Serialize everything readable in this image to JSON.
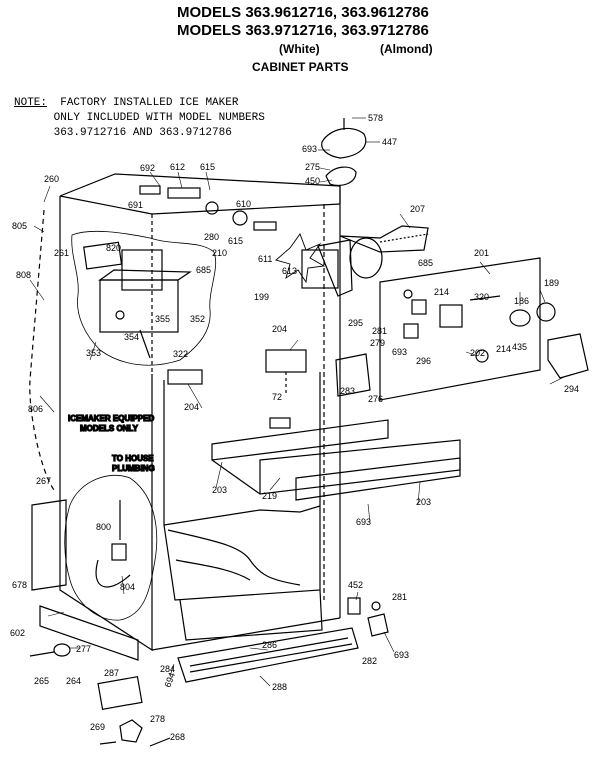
{
  "header": {
    "models_line1": "MODELS 363.9612716, 363.9612786",
    "models_line2": "MODELS 363.9712716, 363.9712786",
    "white_label": "(White)",
    "almond_label": "(Almond)",
    "section_title": "CABINET PARTS"
  },
  "note": {
    "label": "NOTE:",
    "line1": "FACTORY INSTALLED ICE MAKER",
    "line2": "ONLY INCLUDED WITH MODEL NUMBERS",
    "line3": "363.9712716 AND 363.9712786"
  },
  "callouts": {
    "icemaker_line1": "ICEMAKER EQUIPPED",
    "icemaker_line2": "MODELS ONLY",
    "plumbing_line1": "TO HOUSE",
    "plumbing_line2": "PLUMBING"
  },
  "parts": [
    {
      "id": "p578",
      "label": "578"
    },
    {
      "id": "p447",
      "label": "447"
    },
    {
      "id": "p693a",
      "label": "693"
    },
    {
      "id": "p275",
      "label": "275"
    },
    {
      "id": "p450",
      "label": "450"
    },
    {
      "id": "p692",
      "label": "692"
    },
    {
      "id": "p612",
      "label": "612"
    },
    {
      "id": "p615a",
      "label": "615"
    },
    {
      "id": "p691",
      "label": "691"
    },
    {
      "id": "p260",
      "label": "260"
    },
    {
      "id": "p610",
      "label": "610"
    },
    {
      "id": "p207",
      "label": "207"
    },
    {
      "id": "p805",
      "label": "805"
    },
    {
      "id": "p820",
      "label": "820"
    },
    {
      "id": "p280",
      "label": "280"
    },
    {
      "id": "p615b",
      "label": "615"
    },
    {
      "id": "p611",
      "label": "611"
    },
    {
      "id": "p613",
      "label": "613"
    },
    {
      "id": "p210",
      "label": "210"
    },
    {
      "id": "p261",
      "label": "261"
    },
    {
      "id": "p201",
      "label": "201"
    },
    {
      "id": "p685a",
      "label": "685"
    },
    {
      "id": "p685b",
      "label": "685"
    },
    {
      "id": "p189",
      "label": "189"
    },
    {
      "id": "p808",
      "label": "808"
    },
    {
      "id": "p214a",
      "label": "214"
    },
    {
      "id": "p320",
      "label": "320"
    },
    {
      "id": "p186",
      "label": "186"
    },
    {
      "id": "p199",
      "label": "199"
    },
    {
      "id": "p355",
      "label": "355"
    },
    {
      "id": "p352",
      "label": "352"
    },
    {
      "id": "p295",
      "label": "295"
    },
    {
      "id": "p435",
      "label": "435"
    },
    {
      "id": "p204a",
      "label": "204"
    },
    {
      "id": "p281",
      "label": "281"
    },
    {
      "id": "p354",
      "label": "354"
    },
    {
      "id": "p353",
      "label": "353"
    },
    {
      "id": "p279",
      "label": "279"
    },
    {
      "id": "p693b",
      "label": "693"
    },
    {
      "id": "p296",
      "label": "296"
    },
    {
      "id": "p202",
      "label": "202"
    },
    {
      "id": "p214b",
      "label": "214"
    },
    {
      "id": "p322",
      "label": "322"
    },
    {
      "id": "p294",
      "label": "294"
    },
    {
      "id": "p283",
      "label": "283"
    },
    {
      "id": "p276",
      "label": "276"
    },
    {
      "id": "p204b",
      "label": "204"
    },
    {
      "id": "p806",
      "label": "806"
    },
    {
      "id": "p72",
      "label": "72"
    },
    {
      "id": "p267",
      "label": "267"
    },
    {
      "id": "p203a",
      "label": "203"
    },
    {
      "id": "p219",
      "label": "219"
    },
    {
      "id": "p203b",
      "label": "203"
    },
    {
      "id": "p693c",
      "label": "693"
    },
    {
      "id": "p800",
      "label": "800"
    },
    {
      "id": "p804",
      "label": "804"
    },
    {
      "id": "p678",
      "label": "678"
    },
    {
      "id": "p452",
      "label": "452"
    },
    {
      "id": "p281b",
      "label": "281"
    },
    {
      "id": "p602",
      "label": "602"
    },
    {
      "id": "p277",
      "label": "277"
    },
    {
      "id": "p286",
      "label": "286"
    },
    {
      "id": "p282",
      "label": "282"
    },
    {
      "id": "p693d",
      "label": "693"
    },
    {
      "id": "p265",
      "label": "265"
    },
    {
      "id": "p264",
      "label": "264"
    },
    {
      "id": "p284",
      "label": "284"
    },
    {
      "id": "p694",
      "label": "694"
    },
    {
      "id": "p288",
      "label": "288"
    },
    {
      "id": "p287",
      "label": "287"
    },
    {
      "id": "p269",
      "label": "269"
    },
    {
      "id": "p278",
      "label": "278"
    },
    {
      "id": "p268",
      "label": "268"
    }
  ]
}
